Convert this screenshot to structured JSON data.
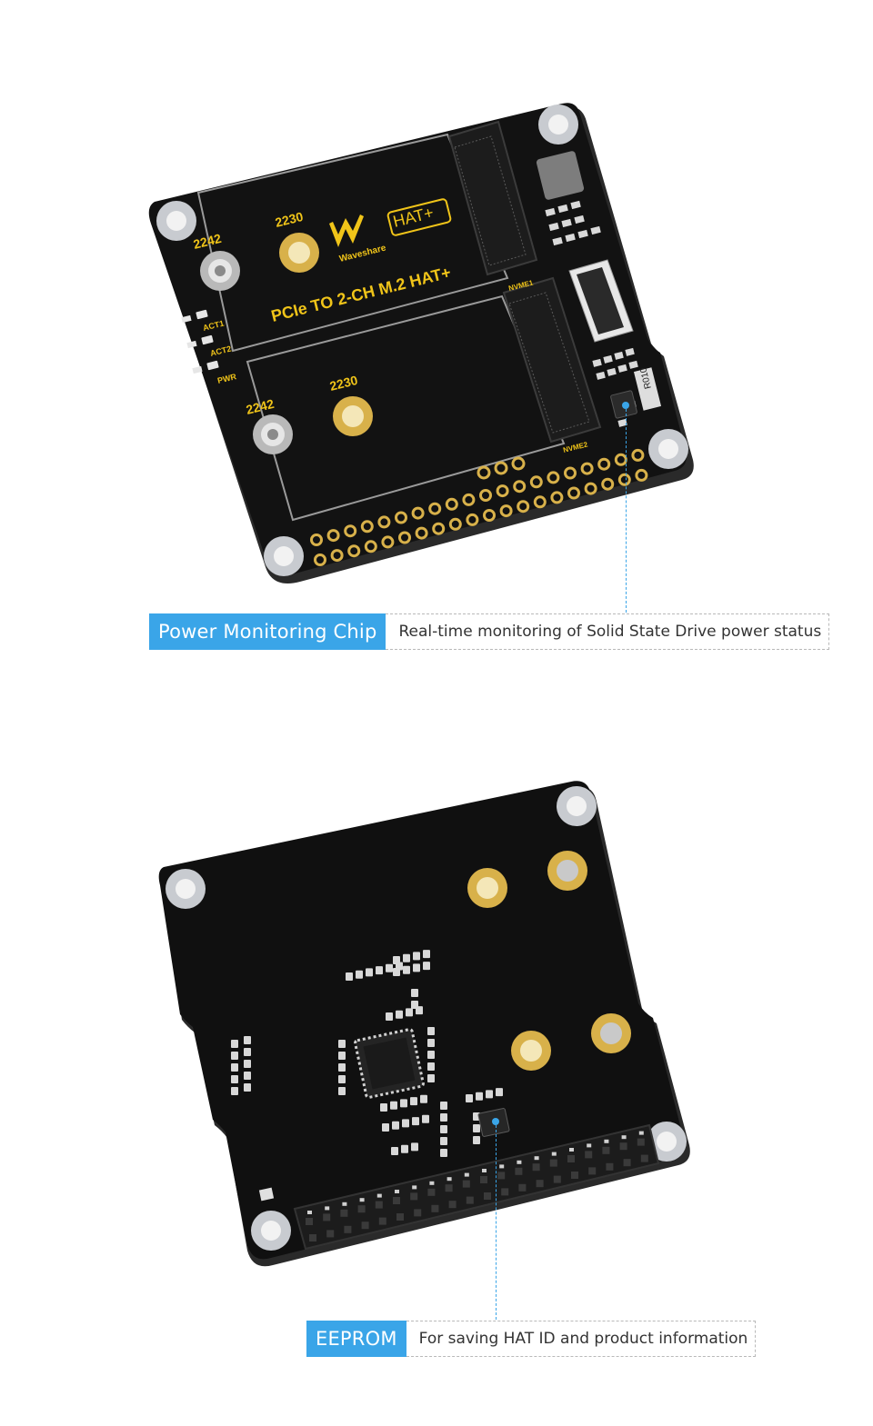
{
  "top_board": {
    "logo_text": "Waveshare",
    "hat_badge": "HAT+",
    "title": "PCIe TO 2-CH M.2 HAT+",
    "slot1_label": "NVME1",
    "slot2_label": "NVME2",
    "size_2230_a": "2230",
    "size_2242_a": "2242",
    "size_2230_b": "2230",
    "size_2242_b": "2242",
    "led_act1": "ACT1",
    "led_act2": "ACT2",
    "led_pwr": "PWR",
    "chip_mark": "R010"
  },
  "callouts": [
    {
      "title": "Power Monitoring Chip",
      "description": "Real-time monitoring of Solid State Drive power status"
    },
    {
      "title": "EEPROM",
      "description": "For saving HAT ID and product information"
    }
  ],
  "colors": {
    "accent": "#3aa5e8",
    "board": "#141414",
    "silkscreen_gold": "#f0c419",
    "pad_gold": "#d8b14a"
  }
}
